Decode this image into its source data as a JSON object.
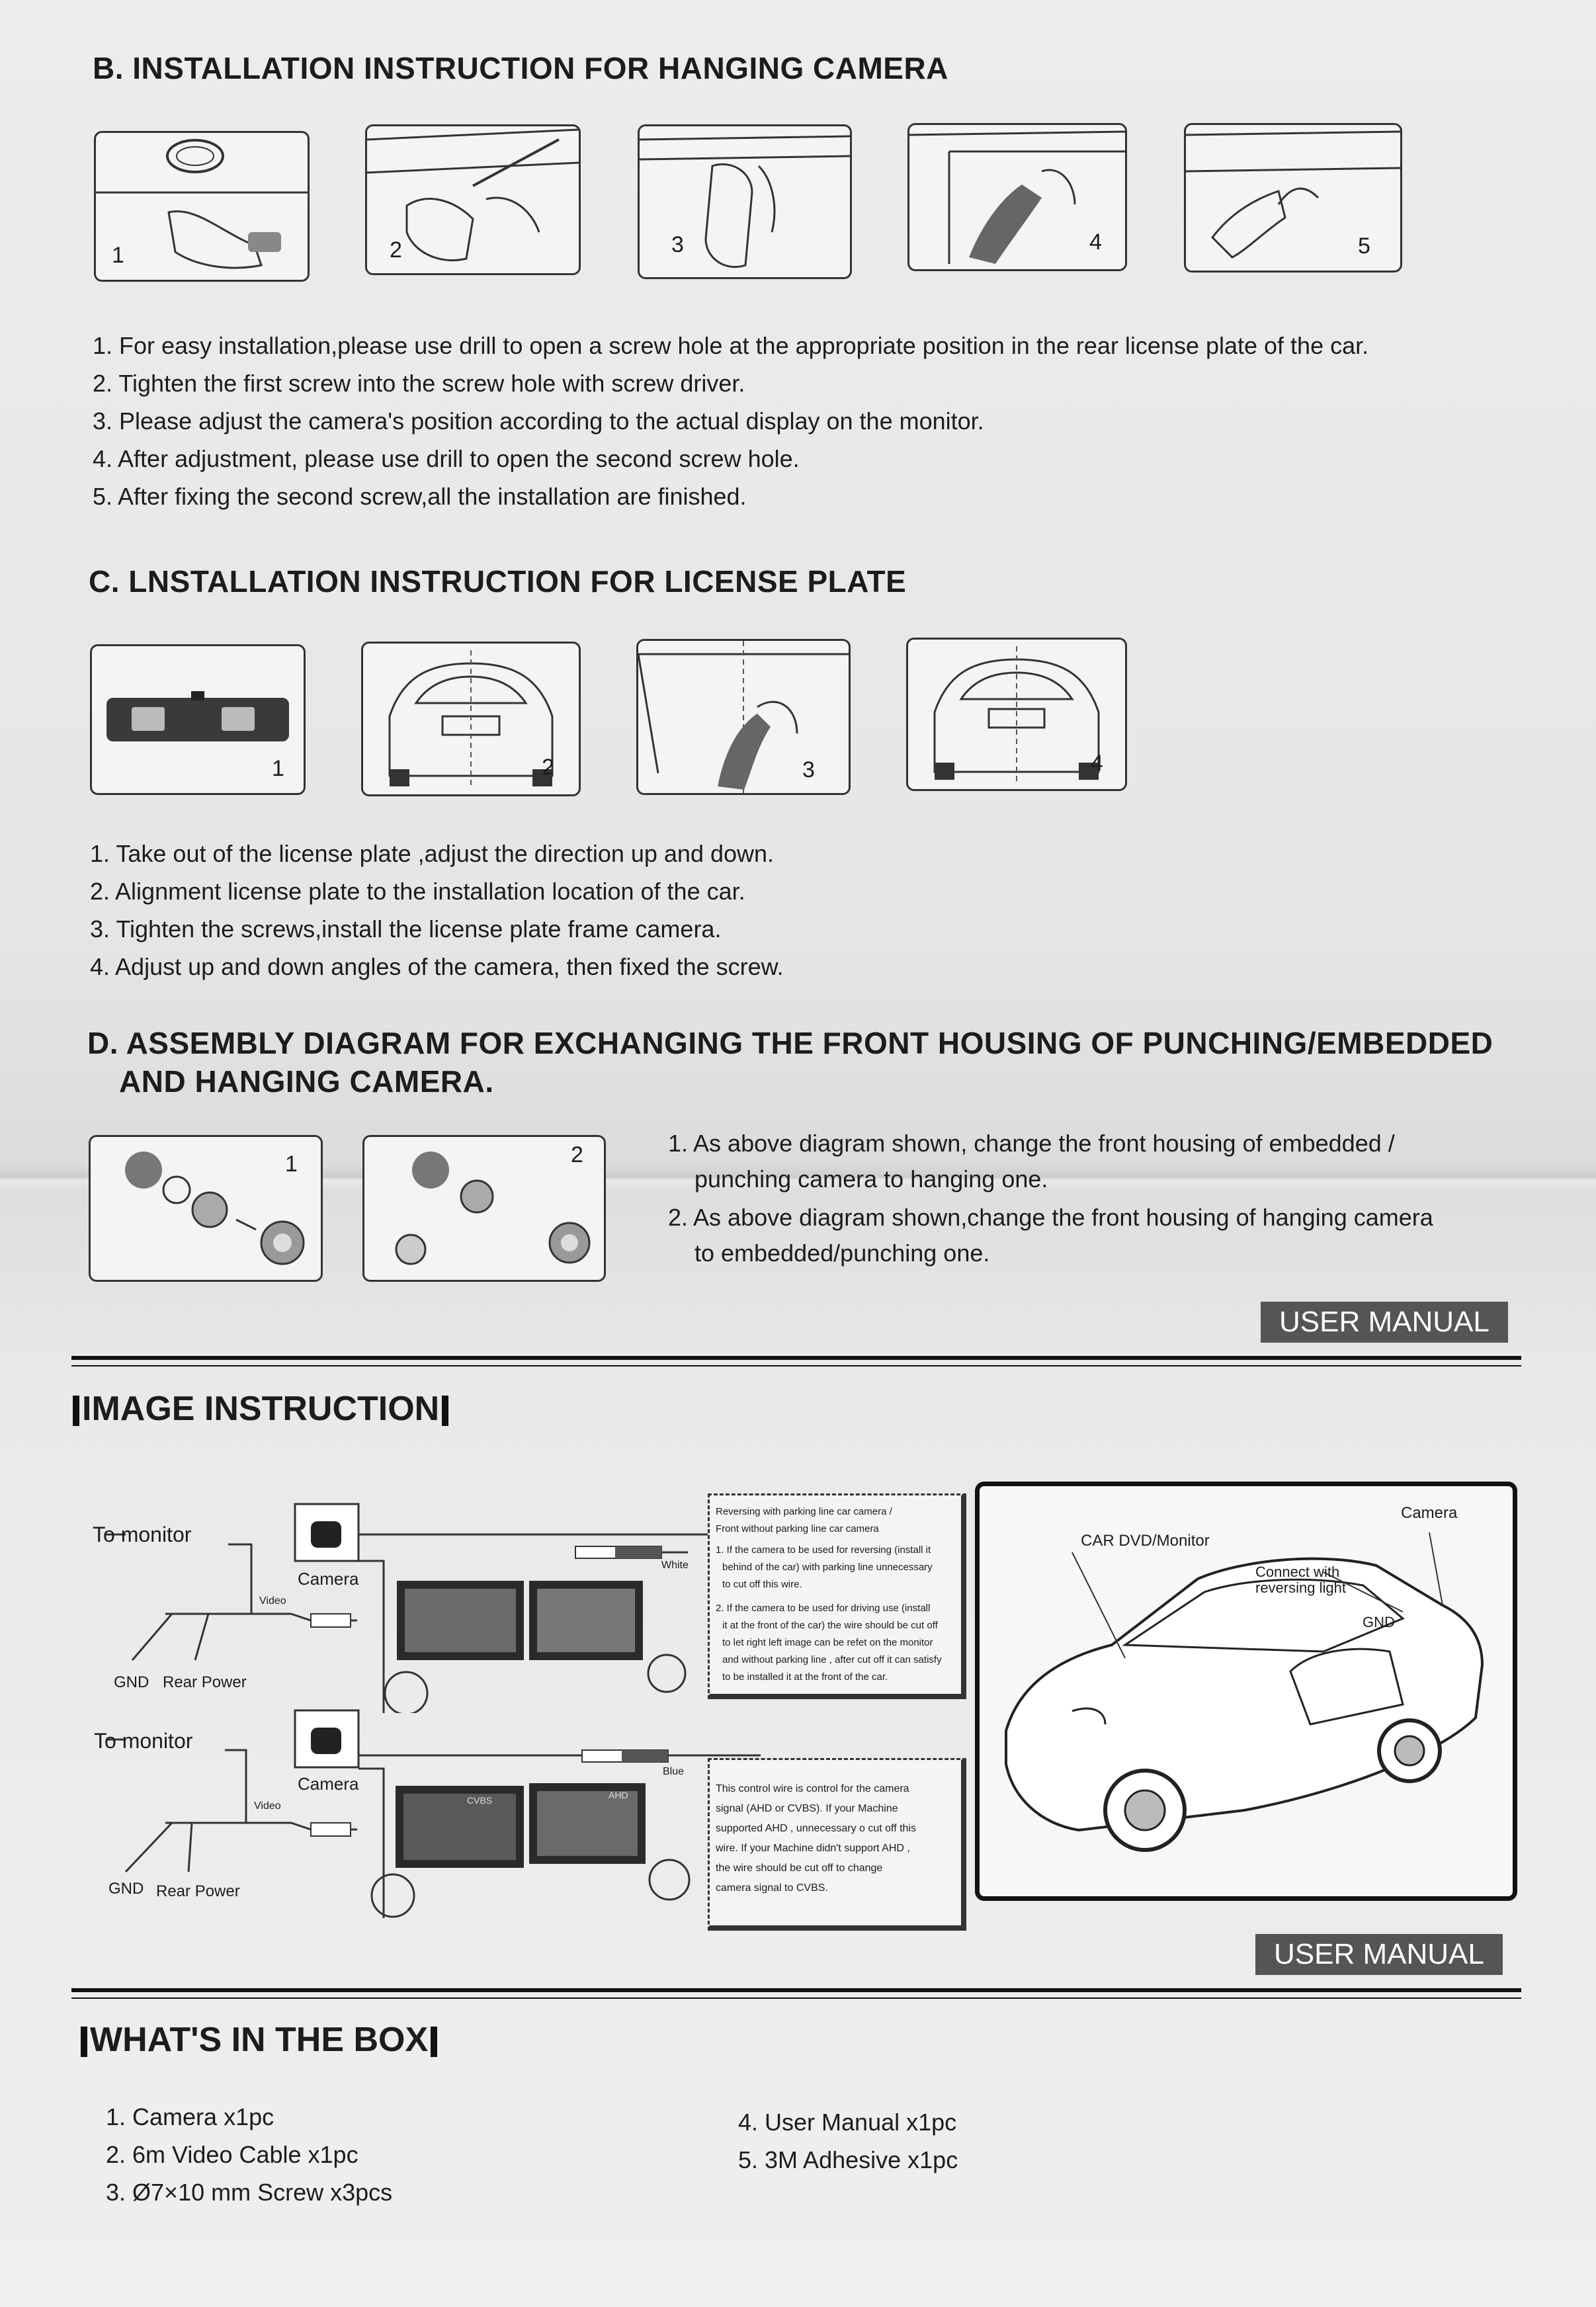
{
  "section_b": {
    "title": "B. INSTALLATION INSTRUCTION FOR HANGING CAMERA",
    "panel_numbers": [
      "1",
      "2",
      "3",
      "4",
      "5"
    ],
    "steps": [
      "1. For easy installation,please use drill to open a screw hole at the appropriate position in the rear license plate of the car.",
      "2. Tighten the first screw into the screw hole with screw driver.",
      "3. Please adjust the camera's position according to the actual display on the monitor.",
      "4. After adjustment, please use drill to open the second screw hole.",
      "5. After fixing the second screw,all the installation are finished."
    ]
  },
  "section_c": {
    "title": "C. LNSTALLATION INSTRUCTION FOR LICENSE PLATE",
    "panel_numbers": [
      "1",
      "2",
      "3",
      "4"
    ],
    "steps": [
      "1. Take out of the license plate ,adjust the direction up and down.",
      "2. Alignment license plate to the installation location of the car.",
      "3. Tighten the screws,install the license plate frame camera.",
      "4.  Adjust up and down angles of the camera, then fixed the screw."
    ]
  },
  "section_d": {
    "title_line1": "D. ASSEMBLY DIAGRAM FOR EXCHANGING THE FRONT HOUSING OF PUNCHING/EMBEDDED",
    "title_line2": "AND HANGING CAMERA.",
    "panel_numbers": [
      "1",
      "2"
    ],
    "steps": [
      {
        "line1": "1. As above diagram shown, change the front housing of embedded /",
        "line2": "punching camera to hanging one."
      },
      {
        "line1": "2. As above diagram shown,change the front housing of hanging camera",
        "line2": "to embedded/punching one."
      }
    ]
  },
  "user_manual_label": "USER MANUAL",
  "image_instruction": {
    "title": "IMAGE INSTRUCTION",
    "diagram1": {
      "to_monitor": "To monitor",
      "camera": "Camera",
      "video": "Video",
      "gnd": "GND",
      "rear_power": "Rear Power",
      "wire_color": "White",
      "note_lines": [
        "Reversing with parking line car camera /",
        "Front without parking line car camera",
        "1. If the camera to be used for reversing (install it",
        "behind of the car) with parking line unnecessary",
        "to cut off this wire.",
        "2. If the camera to be used for driving use (install",
        "it at the front of the car) the wire should be cut off",
        "to let right left image can be refet on the monitor",
        "and without parking line , after cut off it can satisfy",
        "to be installed it at the front of the car."
      ]
    },
    "diagram2": {
      "to_monitor": "To monitor",
      "camera": "Camera",
      "video": "Video",
      "gnd": "GND",
      "rear_power": "Rear Power",
      "wire_color": "Blue",
      "screen_left": "CVBS",
      "screen_right": "AHD",
      "note_lines": [
        "This control wire is control for the camera",
        "signal (AHD or CVBS). If your Machine",
        "supported AHD , unnecessary o cut off this",
        "wire. If your Machine didn't support AHD ,",
        "the wire should be cut off to change",
        "camera signal to CVBS."
      ]
    },
    "car": {
      "camera": "Camera",
      "monitor": "CAR DVD/Monitor",
      "connect_line1": "Connect with",
      "connect_line2": "reversing light",
      "gnd": "GND"
    }
  },
  "whats_in_box": {
    "title": "WHAT'S IN THE BOX",
    "left_items": [
      "1. Camera x1pc",
      "2. 6m  Video  Cable x1pc",
      "3. Ø7×10 mm Screw x3pcs"
    ],
    "right_items": [
      "4. User Manual x1pc",
      "5. 3M Adhesive x1pc"
    ]
  }
}
